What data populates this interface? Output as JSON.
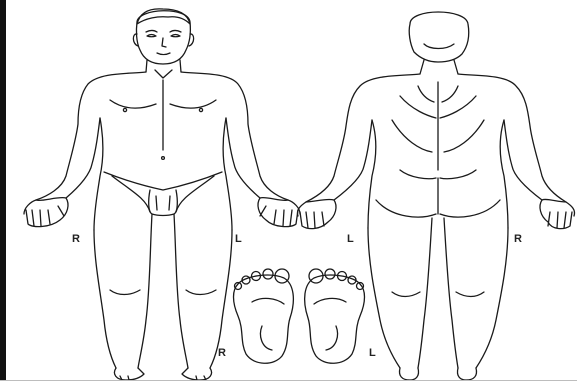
{
  "labels": {
    "front_right": "R",
    "front_left": "L",
    "back_left": "L",
    "back_right": "R",
    "feet_right": "R",
    "feet_left": "L"
  },
  "colors": {
    "stroke": "#1a1a1a",
    "background": "#ffffff",
    "frame": "#111111"
  }
}
